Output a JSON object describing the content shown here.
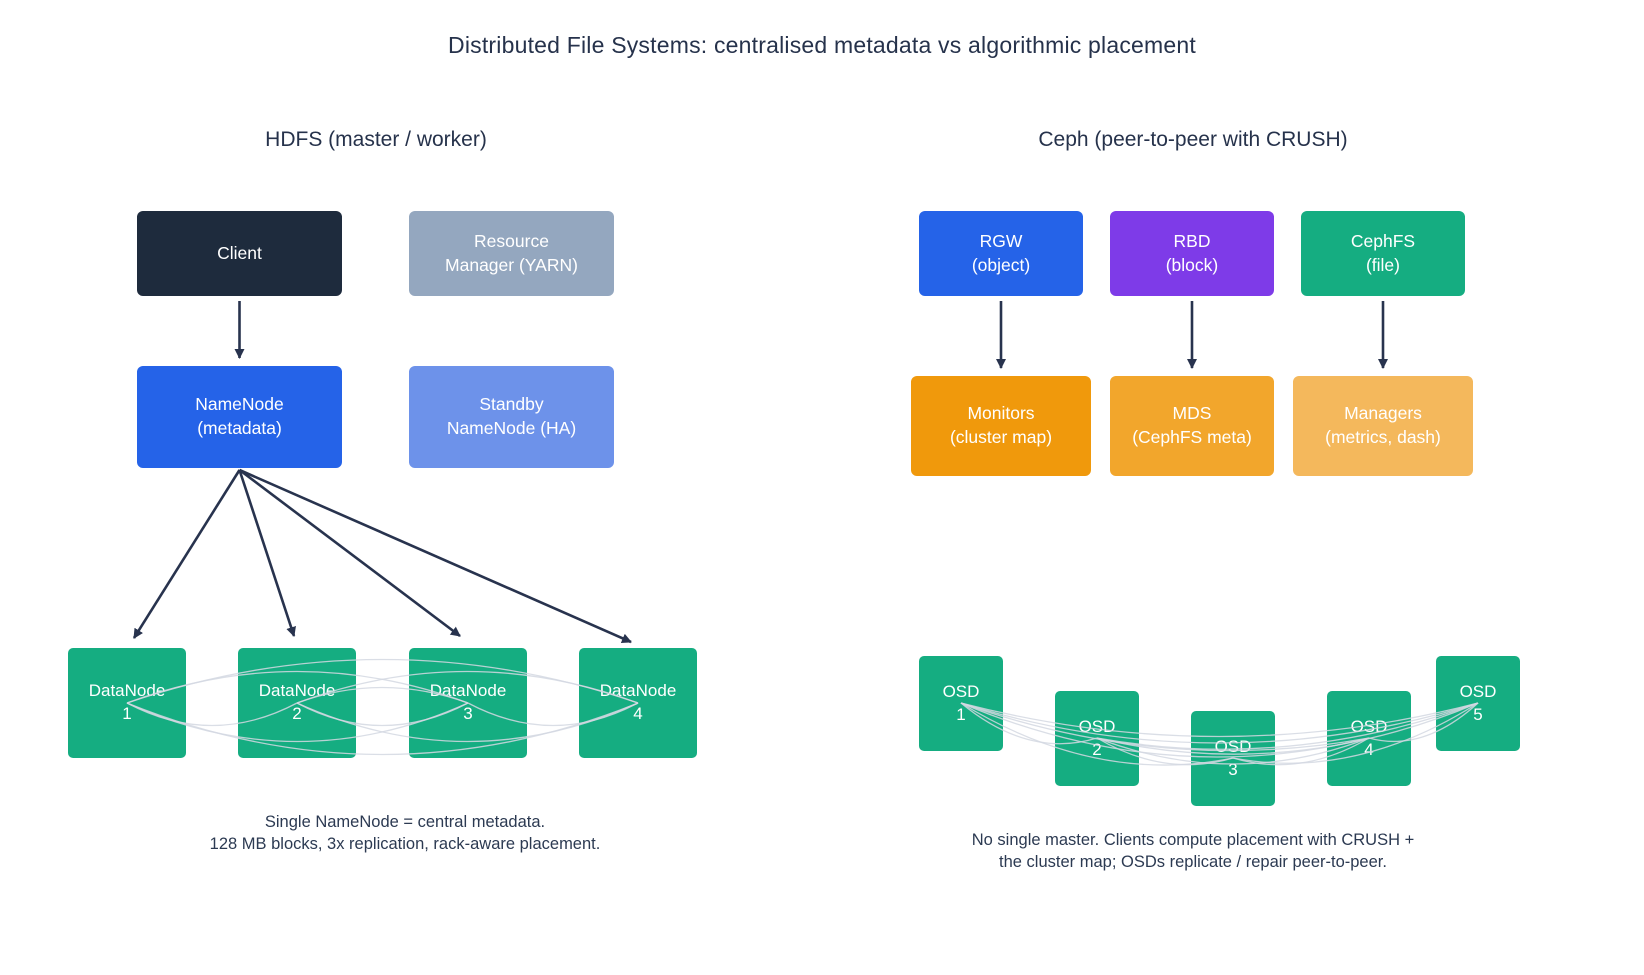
{
  "diagram": {
    "title": "Distributed File Systems: centralised metadata vs algorithmic placement",
    "hdfs": {
      "heading": "HDFS (master / worker)",
      "client": "Client",
      "resource_manager": "Resource\nManager (YARN)",
      "namenode": "NameNode\n(metadata)",
      "standby_namenode": "Standby\nNameNode (HA)",
      "datanodes": [
        "DataNode\n1",
        "DataNode\n2",
        "DataNode\n3",
        "DataNode\n4"
      ],
      "caption": "Single NameNode = central metadata.\n128 MB blocks, 3x replication, rack-aware placement."
    },
    "ceph": {
      "heading": "Ceph (peer-to-peer with CRUSH)",
      "rgw": "RGW\n(object)",
      "rbd": "RBD\n(block)",
      "cephfs": "CephFS\n(file)",
      "monitors": "Monitors\n(cluster map)",
      "mds": "MDS\n(CephFS meta)",
      "managers": "Managers\n(metrics, dash)",
      "osds": [
        "OSD\n1",
        "OSD\n2",
        "OSD\n3",
        "OSD\n4",
        "OSD\n5"
      ],
      "caption": "No single master. Clients compute placement with CRUSH +\nthe cluster map; OSDs replicate / repair peer-to-peer."
    },
    "colors": {
      "client": "#1e2b3d",
      "resource_manager": "#94a7bf",
      "namenode": "#2563e8",
      "standby_namenode": "#6d92ea",
      "datanode_green": "#15ad81",
      "rgw_blue": "#2563e8",
      "rbd_purple": "#7e3be8",
      "cephfs_green": "#15ad81",
      "monitors_orange": "#f0990c",
      "mds_orange": "#f2a62c",
      "managers_amber": "#f4b85c",
      "arrow": "#28334e",
      "mesh_line": "#d3d8e2",
      "text": "#26324b",
      "background": "#ffffff"
    }
  }
}
